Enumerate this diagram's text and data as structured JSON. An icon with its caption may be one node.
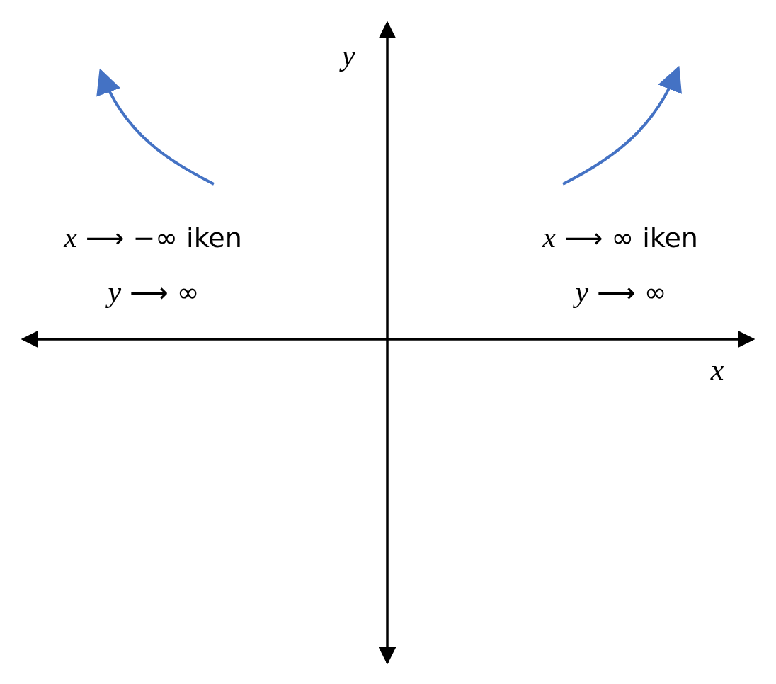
{
  "diagram": {
    "labels": [
      "y",
      "*x* ⟶ −∞ iken",
      "*y* ⟶ ∞",
      "*x* ⟶ ∞ iken",
      "*y* ⟶ ∞",
      "x"
    ]
  }
}
